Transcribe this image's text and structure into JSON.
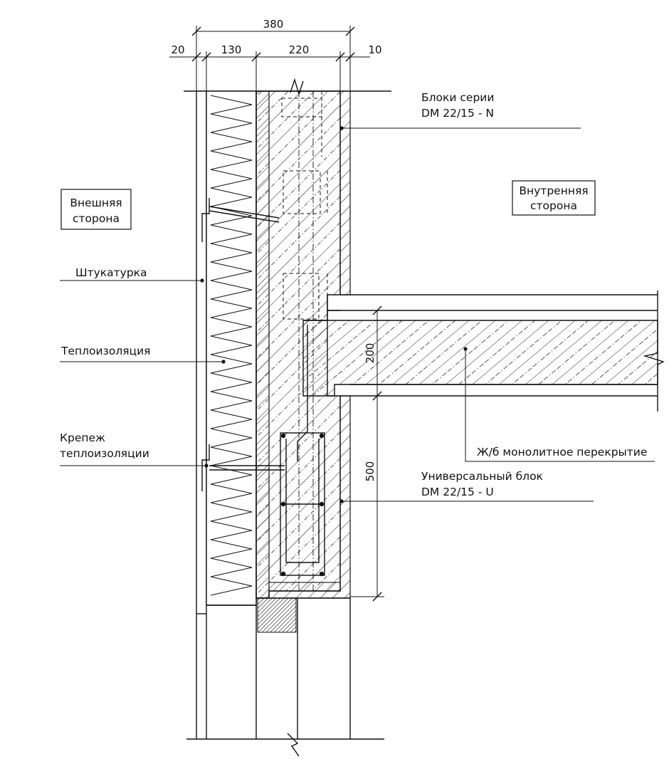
{
  "dimensions": {
    "total": "380",
    "plaster": "20",
    "insulation": "130",
    "block": "220",
    "inner": "10",
    "slab": "200",
    "ublock": "500"
  },
  "labels": {
    "outer_side": [
      "Внешняя",
      "сторона"
    ],
    "inner_side": [
      "Внутренняя",
      "сторона"
    ],
    "blocks_series": [
      "Блоки серии",
      "DM 22/15 - N"
    ],
    "plaster": "Штукатурка",
    "insulation": "Теплоизоляция",
    "fastener": [
      "Крепеж",
      "теплоизоляции"
    ],
    "slab": "Ж/б монолитное перекрытие",
    "universal_block": [
      "Универсальный блок",
      "DM 22/15 - U"
    ]
  }
}
